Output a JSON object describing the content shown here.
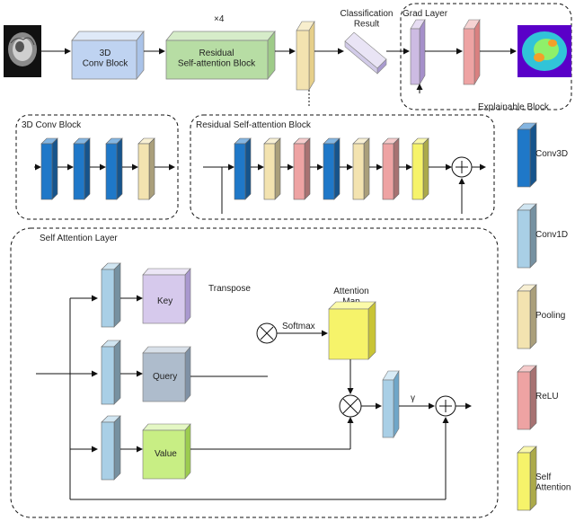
{
  "colors": {
    "conv3d": "#1f78c8",
    "conv1d": "#a9cfe6",
    "pooling": "#f3e3b0",
    "relu": "#eea3a3",
    "self_attention": "#f6f36a",
    "conv_block_box": "#bfd3f1",
    "residual_box": "#b7dda4",
    "classification": "#d2cbe8",
    "grad_layer": "#cdbbe3",
    "key_box": "#d6c9ec",
    "query_box": "#aebccc",
    "value_box": "#c8ee84",
    "line": "#111111"
  },
  "top": {
    "conv_block_label": "3D\nConv Block",
    "times_label": "×4",
    "residual_label": "Residual\nSelf-attention Block",
    "classification_label": "Classification\nResult",
    "grad_layer_label": "Grad Layer",
    "explainable_label": "Explainable Block"
  },
  "panels": {
    "conv_block_title": "3D Conv Block",
    "residual_title": "Residual Self-attention Block",
    "self_attention_title": "Self Attention Layer"
  },
  "attention": {
    "key": "Key",
    "query": "Query",
    "value": "Value",
    "transpose": "Transpose",
    "softmax": "Softmax",
    "attention_map": "Attention\nMap",
    "gamma": "γ"
  },
  "legend": [
    {
      "label": "Conv3D",
      "color": "#1f78c8"
    },
    {
      "label": "Conv1D",
      "color": "#a9cfe6"
    },
    {
      "label": "Pooling",
      "color": "#f3e3b0"
    },
    {
      "label": "ReLU",
      "color": "#eea3a3"
    },
    {
      "label": "Self\nAttention",
      "color": "#f6f36a"
    }
  ]
}
